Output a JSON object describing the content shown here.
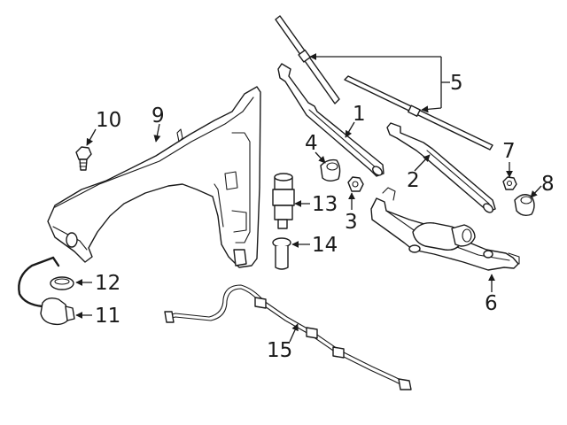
{
  "diagram": {
    "callouts": [
      {
        "id": "1",
        "label": "1",
        "part": "rh-wiper-arm"
      },
      {
        "id": "2",
        "label": "2",
        "part": "lh-wiper-arm"
      },
      {
        "id": "3",
        "label": "3",
        "part": "arm-nut"
      },
      {
        "id": "4",
        "label": "4",
        "part": "pivot-cap"
      },
      {
        "id": "5",
        "label": "5",
        "part": "wiper-blades"
      },
      {
        "id": "6",
        "label": "6",
        "part": "wiper-motor-linkage"
      },
      {
        "id": "7",
        "label": "7",
        "part": "nut"
      },
      {
        "id": "8",
        "label": "8",
        "part": "grommet"
      },
      {
        "id": "9",
        "label": "9",
        "part": "washer-reservoir"
      },
      {
        "id": "10",
        "label": "10",
        "part": "bolt"
      },
      {
        "id": "11",
        "label": "11",
        "part": "filler-neck"
      },
      {
        "id": "12",
        "label": "12",
        "part": "seal"
      },
      {
        "id": "13",
        "label": "13",
        "part": "washer-pump"
      },
      {
        "id": "14",
        "label": "14",
        "part": "pump-grommet"
      },
      {
        "id": "15",
        "label": "15",
        "part": "washer-hose"
      }
    ]
  }
}
